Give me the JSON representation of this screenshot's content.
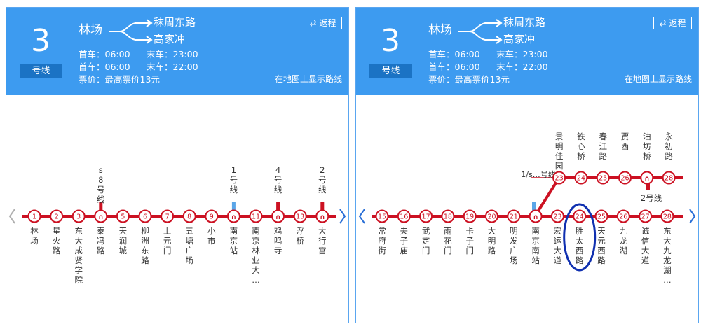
{
  "left": {
    "header": {
      "line_number": "3",
      "line_label": "号线",
      "from_station": "林场",
      "to_station_1": "秣周东路",
      "to_station_2": "高家冲",
      "first1_label": "首车：06:00",
      "last1_label": "末车：23:00",
      "first2_label": "首车：06:00",
      "last2_label": "末车：22:00",
      "fare_label": "票价：最高票价13元",
      "return_label": "⇄ 返程",
      "map_link_label": "在地图上显示路线"
    },
    "stations": [
      {
        "num": "1",
        "name": "林场",
        "transfer": false,
        "transfer_label": ""
      },
      {
        "num": "2",
        "name": "星火路",
        "transfer": false,
        "transfer_label": ""
      },
      {
        "num": "3",
        "name": "东大成贤学院",
        "transfer": false,
        "transfer_label": ""
      },
      {
        "num": "",
        "name": "泰冯路",
        "transfer": true,
        "transfer_label": "s8号线"
      },
      {
        "num": "5",
        "name": "天润城",
        "transfer": false,
        "transfer_label": ""
      },
      {
        "num": "6",
        "name": "柳洲东路",
        "transfer": false,
        "transfer_label": ""
      },
      {
        "num": "7",
        "name": "上元门",
        "transfer": false,
        "transfer_label": ""
      },
      {
        "num": "8",
        "name": "五塘广场",
        "transfer": false,
        "transfer_label": ""
      },
      {
        "num": "9",
        "name": "小市",
        "transfer": false,
        "transfer_label": ""
      },
      {
        "num": "",
        "name": "南京站",
        "transfer": true,
        "transfer_label": "1号线"
      },
      {
        "num": "11",
        "name": "南京林业大…",
        "transfer": false,
        "transfer_label": ""
      },
      {
        "num": "",
        "name": "鸡鸣寺",
        "transfer": true,
        "transfer_label": "4号线"
      },
      {
        "num": "13",
        "name": "浮桥",
        "transfer": false,
        "transfer_label": ""
      },
      {
        "num": "",
        "name": "大行宫",
        "transfer": true,
        "transfer_label": "2号线"
      }
    ]
  },
  "right": {
    "header": {
      "line_number": "3",
      "line_label": "号线",
      "from_station": "林场",
      "to_station_1": "秣周东路",
      "to_station_2": "高家冲",
      "first1_label": "首车：06:00",
      "last1_label": "末车：23:00",
      "first2_label": "首车：06:00",
      "last2_label": "末车：22:00",
      "fare_label": "票价：最高票价13元",
      "return_label": "⇄ 返程",
      "map_link_label": "在地图上显示路线"
    },
    "main_stations": [
      {
        "num": "15",
        "name": "常府街",
        "transfer": false
      },
      {
        "num": "16",
        "name": "夫子庙",
        "transfer": false
      },
      {
        "num": "17",
        "name": "武定门",
        "transfer": false
      },
      {
        "num": "18",
        "name": "雨花门",
        "transfer": false
      },
      {
        "num": "19",
        "name": "卡子门",
        "transfer": false
      },
      {
        "num": "20",
        "name": "大明路",
        "transfer": false
      },
      {
        "num": "21",
        "name": "明发广场",
        "transfer": false
      },
      {
        "num": "",
        "name": "南京南站",
        "transfer": true
      },
      {
        "num": "23",
        "name": "宏运大道",
        "transfer": false
      },
      {
        "num": "24",
        "name": "胜太西路",
        "transfer": false
      },
      {
        "num": "25",
        "name": "天元西路",
        "transfer": false
      },
      {
        "num": "26",
        "name": "九龙湖",
        "transfer": false
      },
      {
        "num": "27",
        "name": "诚信大道",
        "transfer": false
      },
      {
        "num": "28",
        "name": "东大九龙湖…",
        "transfer": false
      }
    ],
    "branch_stations": [
      {
        "num": "23",
        "name": "景明佳园",
        "transfer": false
      },
      {
        "num": "24",
        "name": "铁心桥",
        "transfer": false
      },
      {
        "num": "25",
        "name": "春江路",
        "transfer": false
      },
      {
        "num": "26",
        "name": "贾西",
        "transfer": false
      },
      {
        "num": "",
        "name": "油坊桥",
        "transfer": true
      },
      {
        "num": "28",
        "name": "永初路",
        "transfer": false
      }
    ],
    "transfer_label_nanjingnan": "1/s…号线",
    "transfer_label_youfangqiao": "2号线"
  },
  "colors": {
    "header_bg": "#3d9bf0",
    "line_tag_bg": "#1b73c4",
    "line_red": "#cc1122",
    "transfer_blue": "#5aa6e8",
    "highlight_ellipse": "#1030b0",
    "nav_arrow": "#2a6fd6",
    "nav_arrow_disabled": "#b0b0b0"
  },
  "icons": {
    "nav_prev": "chevron-left-icon",
    "nav_next": "chevron-right-icon",
    "fork": "route-fork-icon",
    "transfer": "metro-transfer-icon"
  }
}
